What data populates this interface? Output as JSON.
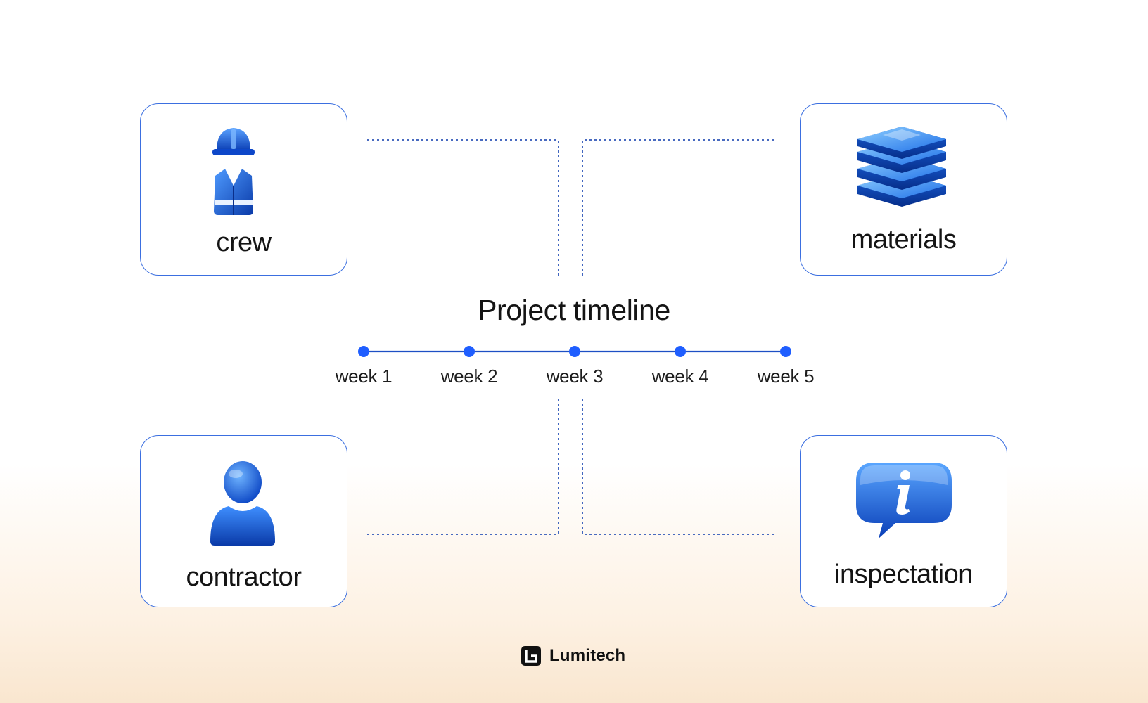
{
  "diagram": {
    "title": "Project timeline",
    "timeline": {
      "weeks": [
        "week 1",
        "week 2",
        "week 3",
        "week 4",
        "week 5"
      ]
    },
    "cards": {
      "crew": {
        "label": "crew",
        "icon": "construction-worker-icon"
      },
      "materials": {
        "label": "materials",
        "icon": "stacked-layers-icon"
      },
      "contractor": {
        "label": "contractor",
        "icon": "person-icon"
      },
      "inspection": {
        "label": "inspectation",
        "icon": "info-speech-bubble-icon"
      }
    }
  },
  "brand": {
    "name": "Lumitech",
    "icon": "lumitech-logo-icon"
  },
  "colors": {
    "accent": "#1f5eff",
    "card_border": "#3b6fe0",
    "connector": "#2e56b8",
    "text": "#141414",
    "background_bottom": "#f9e6cf"
  }
}
